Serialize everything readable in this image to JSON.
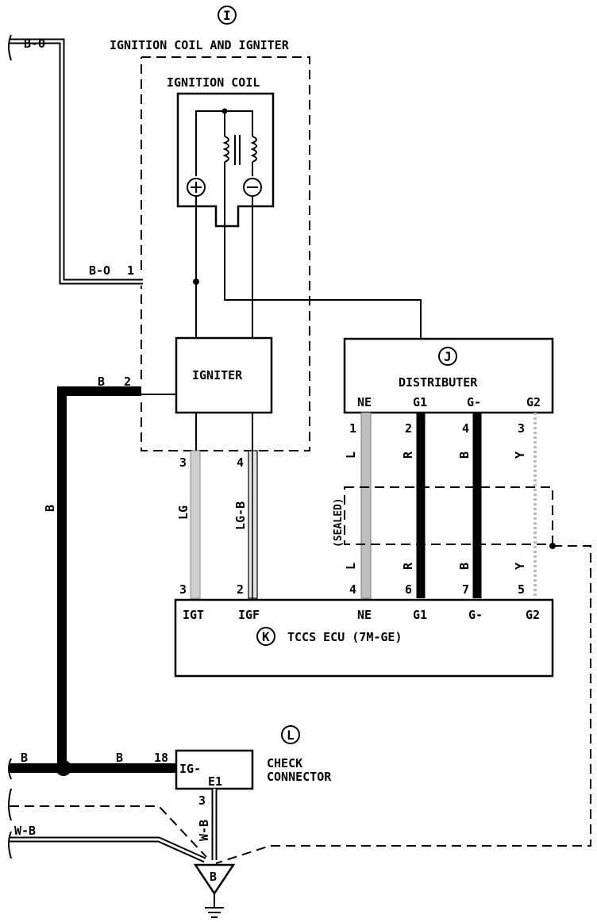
{
  "components": {
    "ignition_coil_igniter": {
      "letter": "I",
      "title": "IGNITION COIL AND IGNITER"
    },
    "ignition_coil": {
      "title": "IGNITION COIL"
    },
    "igniter": {
      "title": "IGNITER"
    },
    "distributor": {
      "letter": "J",
      "title": "DISTRIBUTER",
      "pins": [
        "NE",
        "G1",
        "G-",
        "G2"
      ]
    },
    "ecu": {
      "letter": "K",
      "title": "TCCS ECU (7M-GE)",
      "pins": [
        "IGT",
        "IGF",
        "NE",
        "G1",
        "G-",
        "G2"
      ]
    },
    "check_connector": {
      "letter": "L",
      "title_line1": "CHECK",
      "title_line2": "CONNECTOR",
      "pin_label_1": "IG-",
      "pin_label_2": "E1"
    },
    "ground": {
      "letter": "B"
    }
  },
  "wires": {
    "b_o_top": "B-O",
    "b_o_coil": "B-O",
    "b_o_coil_pin": "1",
    "b_igniter": "B",
    "b_igniter_pin": "2",
    "b_vertical": "B",
    "b_left": "B",
    "b_check": "B",
    "b_check_pin": "18",
    "w_b_left": "W-B",
    "w_b_check": "W-B",
    "w_b_check_pin": "3",
    "igt": {
      "color": "LG",
      "pin_top": "3",
      "pin_bottom": "3"
    },
    "igf": {
      "color": "LG-B",
      "pin_top": "4",
      "pin_bottom": "2"
    },
    "ne": {
      "color_top": "L",
      "color_bottom": "L",
      "pin_top": "1",
      "pin_bottom": "4"
    },
    "g1": {
      "color_top": "R",
      "color_bottom": "R",
      "pin_top": "2",
      "pin_bottom": "6"
    },
    "gminus": {
      "color_top": "B",
      "color_bottom": "B",
      "pin_top": "4",
      "pin_bottom": "7"
    },
    "g2": {
      "color_top": "Y",
      "color_bottom": "Y",
      "pin_top": "3",
      "pin_bottom": "5"
    },
    "sealed": "(SEALED)"
  },
  "symbols": {
    "plus": "+",
    "minus": "−"
  }
}
